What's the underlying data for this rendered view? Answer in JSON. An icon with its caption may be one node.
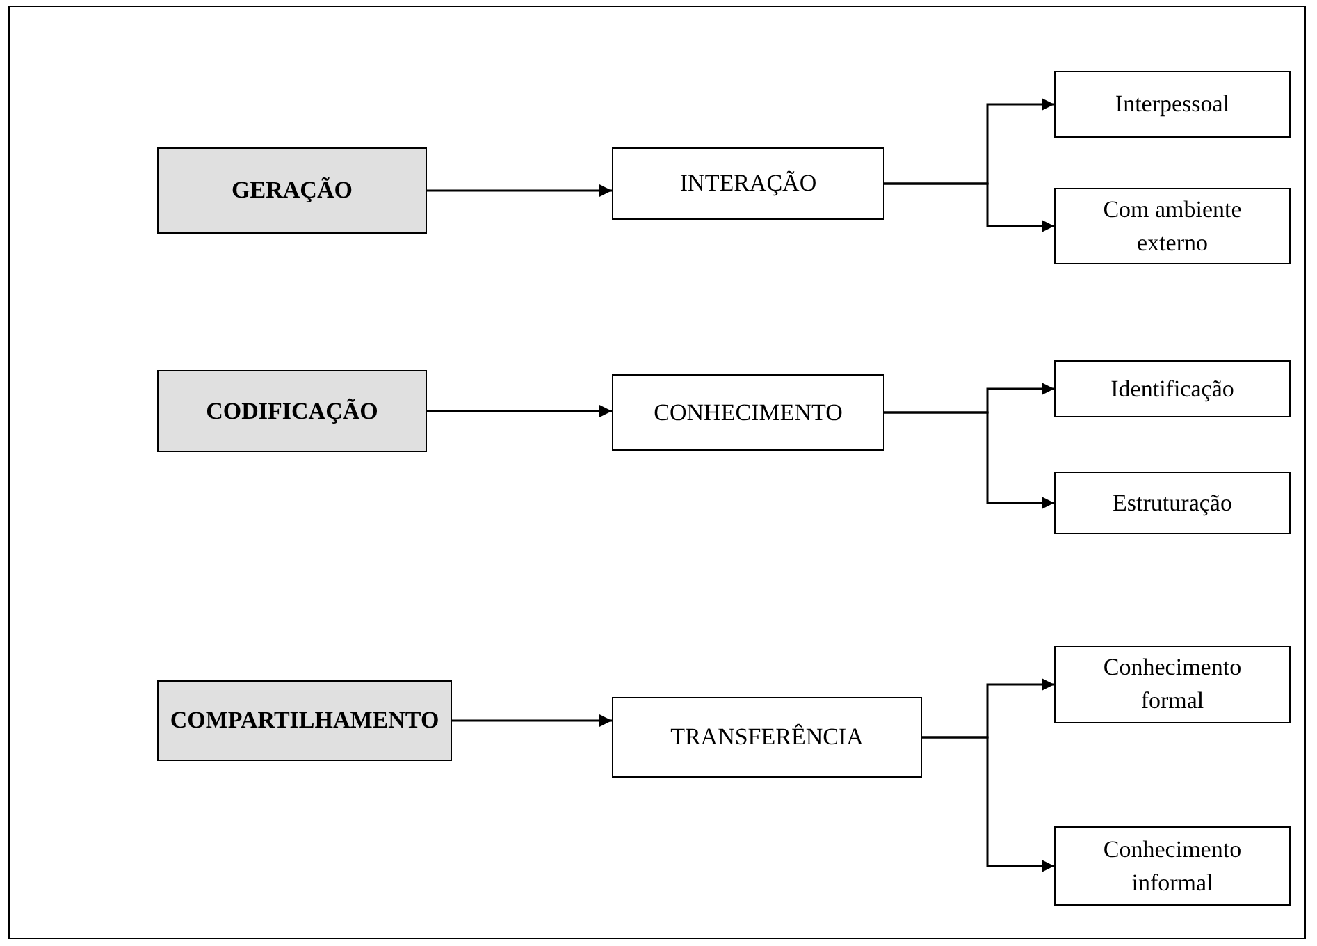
{
  "diagram": {
    "nodes": [
      {
        "text": [
          "GERAÇÃO"
        ]
      },
      {
        "text": [
          "INTERAÇÃO"
        ]
      },
      {
        "text": [
          "Interpessoal"
        ]
      },
      {
        "text": [
          "Com ambiente externo"
        ]
      },
      {
        "text": [
          "CODIFICAÇÃO"
        ]
      },
      {
        "text": [
          "CONHECIMENTO"
        ]
      },
      {
        "text": [
          "Identificação"
        ]
      },
      {
        "text": [
          "Estruturação"
        ]
      },
      {
        "text": [
          "COMPARTILHAMENTO"
        ]
      },
      {
        "text": [
          "TRANSFERÊNCIA"
        ]
      },
      {
        "text": [
          "Conhecimento formal"
        ]
      },
      {
        "text": [
          "Conhecimento informal"
        ]
      }
    ],
    "edges": [
      {
        "from": 0,
        "to": 1,
        "arrow": "to"
      },
      {
        "from": 1,
        "to": 2,
        "arrow": "to"
      },
      {
        "from": 1,
        "to": 3,
        "arrow": "to"
      },
      {
        "from": 4,
        "to": 5,
        "arrow": "to"
      },
      {
        "from": 5,
        "to": 6,
        "arrow": "to"
      },
      {
        "from": 5,
        "to": 7,
        "arrow": "to"
      },
      {
        "from": 8,
        "to": 9,
        "arrow": "to"
      },
      {
        "from": 9,
        "to": 10,
        "arrow": "to"
      },
      {
        "from": 9,
        "to": 11,
        "arrow": "to"
      }
    ]
  }
}
